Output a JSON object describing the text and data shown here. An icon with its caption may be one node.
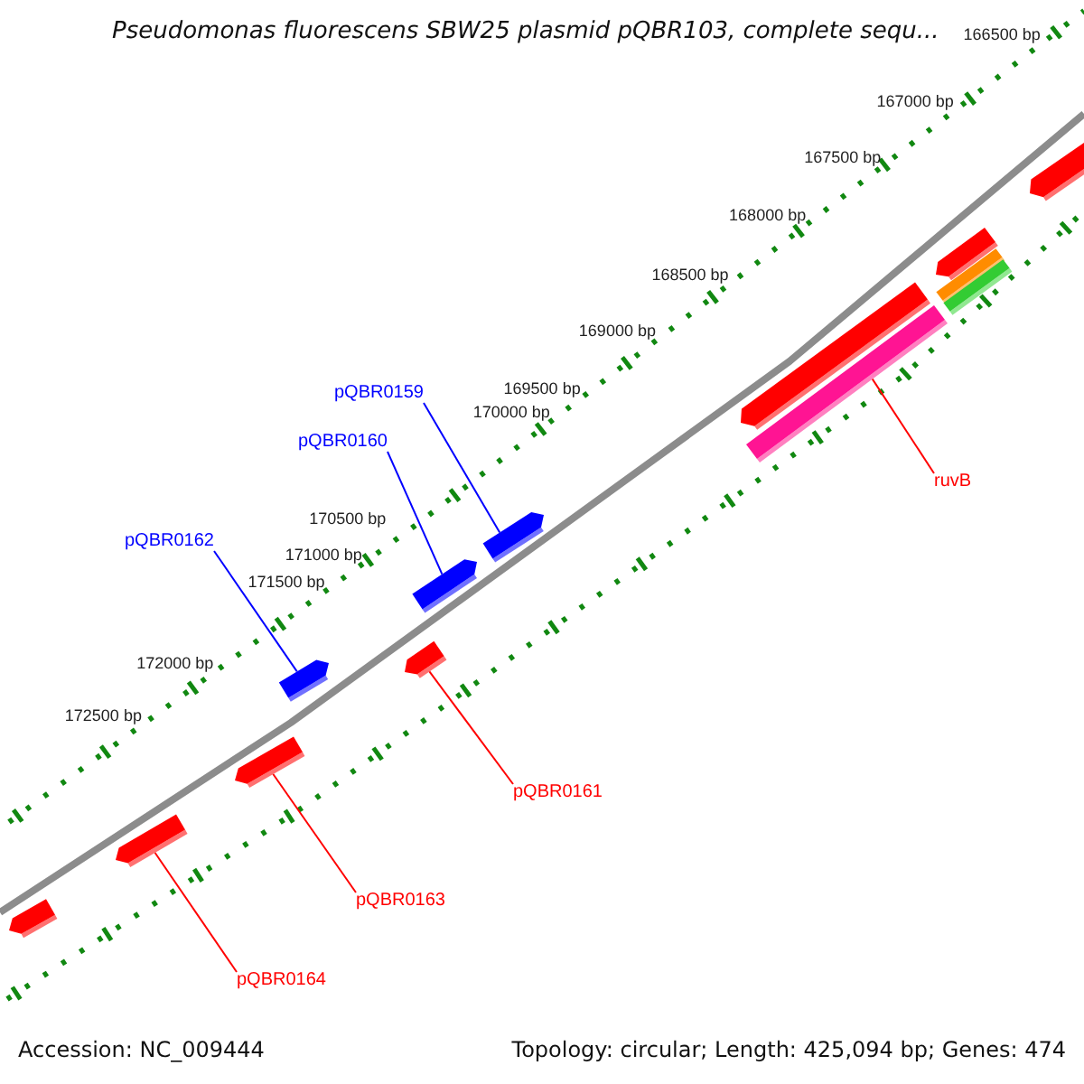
{
  "diagram": {
    "title": "Pseudomonas fluorescens SBW25 plasmid pQBR103, complete sequ...",
    "nodes": [
      {
        "text": [
          "pQBR0159"
        ]
      },
      {
        "text": [
          "pQBR0160"
        ]
      },
      {
        "text": [
          "pQBR0162"
        ]
      },
      {
        "text": [
          "ruvB"
        ]
      },
      {
        "text": [
          "pQBR0161"
        ]
      },
      {
        "text": [
          "pQBR0163"
        ]
      },
      {
        "text": [
          "pQBR0164"
        ]
      },
      {
        "text": [],
        "shape": "arrow"
      },
      {
        "text": [],
        "shape": "arrow"
      },
      {
        "text": [],
        "shape": "arrow"
      },
      {
        "text": [],
        "shape": "arrow"
      },
      {
        "text": [],
        "shape": "arrow"
      },
      {
        "text": [],
        "shape": "arrow"
      },
      {
        "text": [],
        "shape": "arrow"
      },
      {
        "text": [],
        "shape": "arrow"
      },
      {
        "text": [],
        "shape": "bar"
      },
      {
        "text": [],
        "shape": "arrow"
      },
      {
        "text": [],
        "shape": "bar"
      },
      {
        "text": [],
        "shape": "bar"
      },
      {
        "text": [],
        "shape": "arrow"
      }
    ],
    "edges": [
      {
        "from": 0,
        "to": 13,
        "arrow": "none",
        "color": "#0000ff"
      },
      {
        "from": 1,
        "to": 12,
        "arrow": "none",
        "color": "#0000ff"
      },
      {
        "from": 2,
        "to": 10,
        "arrow": "none",
        "color": "#0000ff"
      },
      {
        "from": 3,
        "to": 15,
        "arrow": "none"
      },
      {
        "from": 4,
        "to": 11,
        "arrow": "none"
      },
      {
        "from": 5,
        "to": 9,
        "arrow": "none"
      },
      {
        "from": 6,
        "to": 8,
        "arrow": "none"
      }
    ],
    "labels": [
      "166500 bp",
      "167000 bp",
      "167500 bp",
      "168000 bp",
      "168500 bp",
      "169000 bp",
      "169500 bp",
      "170000 bp",
      "170500 bp",
      "171000 bp",
      "171500 bp",
      "172000 bp",
      "172500 bp",
      "Accession: NC_009444",
      "Topology: circular; Length: 425,094 bp; Genes: 474"
    ]
  }
}
